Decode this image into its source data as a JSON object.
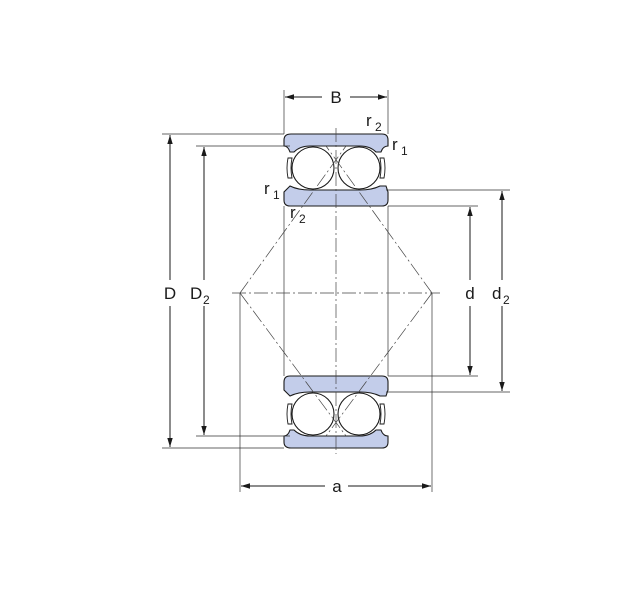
{
  "labels": {
    "B": "B",
    "r2_top": {
      "main": "r",
      "sub": "2"
    },
    "r1_top": {
      "main": "r",
      "sub": "1"
    },
    "r1_left": {
      "main": "r",
      "sub": "1"
    },
    "r2_left": {
      "main": "r",
      "sub": "2"
    },
    "D": "D",
    "D2": {
      "main": "D",
      "sub": "2"
    },
    "d": "d",
    "d2": {
      "main": "d",
      "sub": "2"
    },
    "a": "a"
  },
  "colors": {
    "ring_fill": "#c3cdea",
    "line": "#1a1a1a"
  }
}
